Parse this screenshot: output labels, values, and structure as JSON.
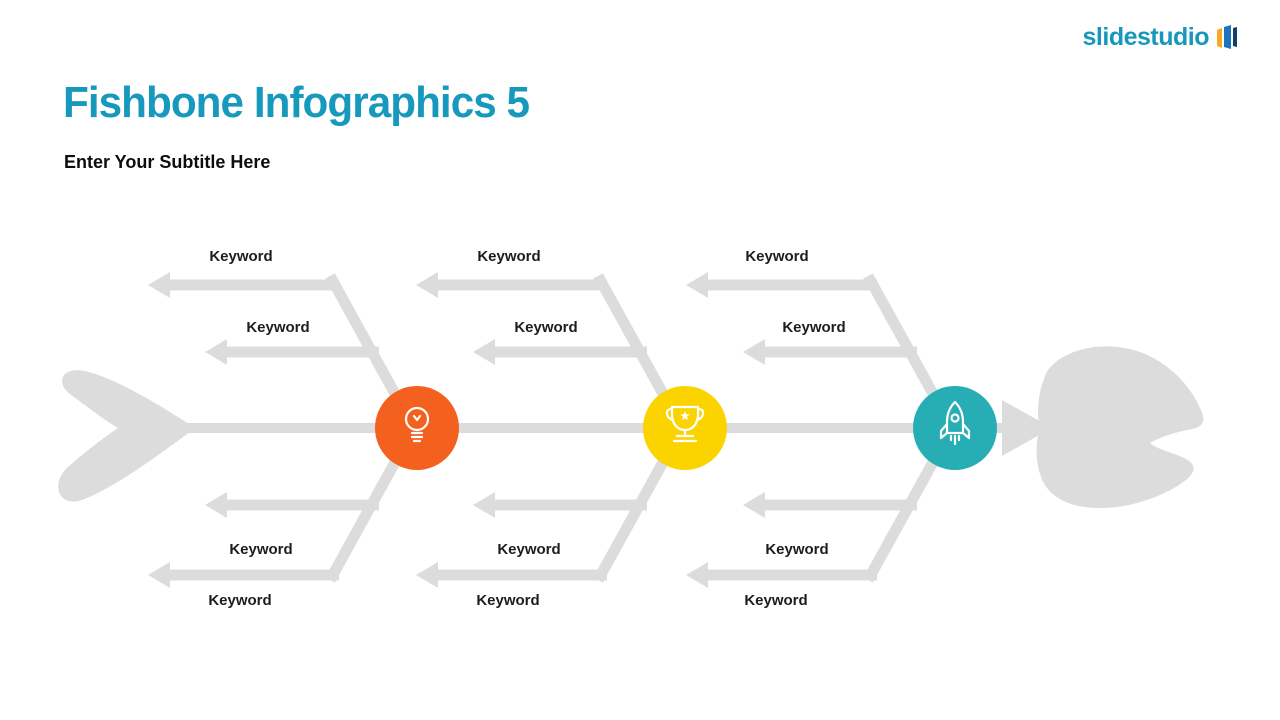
{
  "brand": {
    "name": "slidestudio",
    "color": "#1797BC",
    "logo_bar_colors": [
      "#F9A825",
      "#1C75BC",
      "#123F6D"
    ]
  },
  "header": {
    "title": "Fishbone Infographics 5",
    "title_color": "#1799BE",
    "subtitle": "Enter Your Subtitle Here"
  },
  "diagram": {
    "type": "fishbone",
    "bone_color": "#DCDCDC",
    "nodes": [
      {
        "id": "node-1",
        "icon": "lightbulb-icon",
        "color": "#F4611E"
      },
      {
        "id": "node-2",
        "icon": "trophy-icon",
        "color": "#FBD400"
      },
      {
        "id": "node-3",
        "icon": "rocket-icon",
        "color": "#27AEB4"
      }
    ],
    "keywords": {
      "top_row1": [
        "Keyword",
        "Keyword",
        "Keyword"
      ],
      "top_row2": [
        "Keyword",
        "Keyword",
        "Keyword"
      ],
      "bottom_row1": [
        "Keyword",
        "Keyword",
        "Keyword"
      ],
      "bottom_row2": [
        "Keyword",
        "Keyword",
        "Keyword"
      ]
    }
  }
}
